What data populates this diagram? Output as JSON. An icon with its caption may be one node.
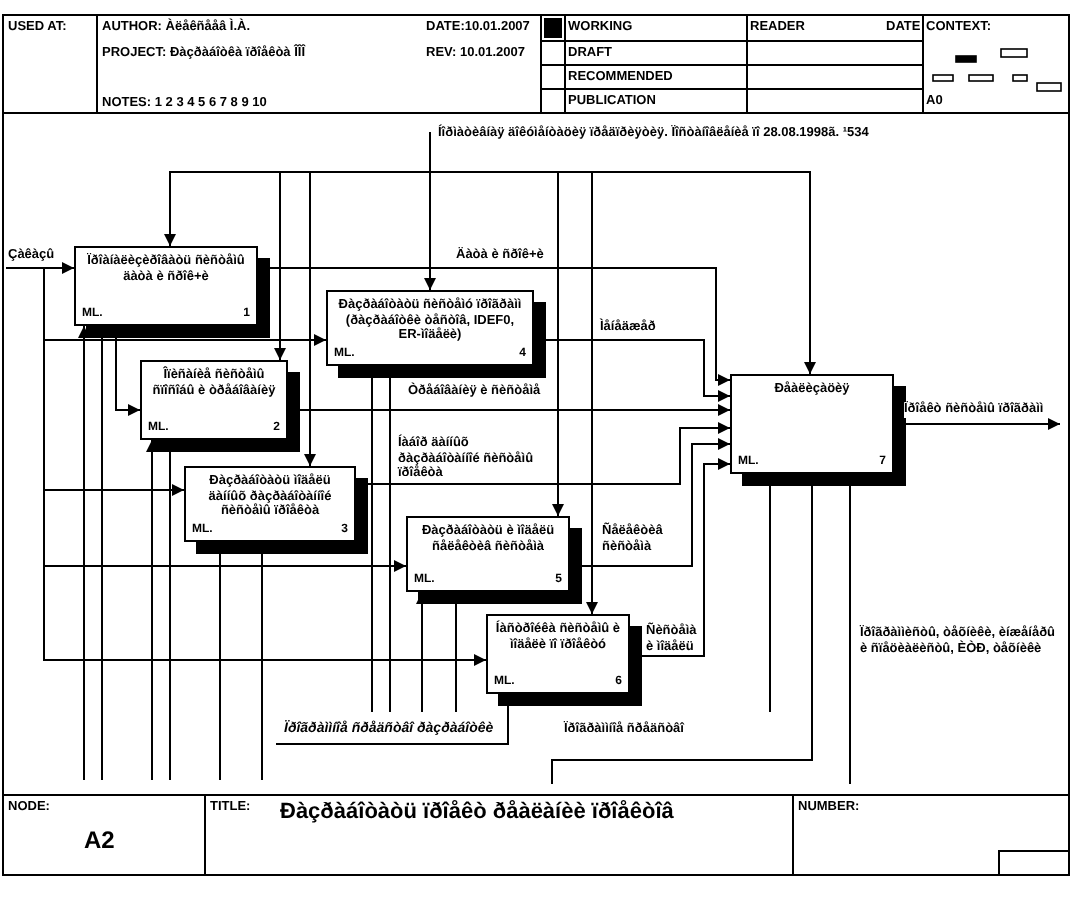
{
  "diagram": {
    "title": "Ðàçðàáîòàòü ïðîåêò ðåàëàíèè ïðîåêòîâ",
    "nodes": [
      {
        "text": [
          "Ïðîàíàëèçèðîâàòü ñèñòåìû äàòà è ñðîê+è",
          "ML.",
          "1"
        ]
      },
      {
        "text": [
          "Îïèñàíèå ñèñòåìû ñïîñîáû è òðåáîâàíèÿ",
          "ML.",
          "2"
        ]
      },
      {
        "text": [
          "Ðàçðàáîòàòü ìîäåëü äàííûõ ðàçðàáîòàííîé ñèñòåìû ïðîåêòà",
          "ML.",
          "3"
        ]
      },
      {
        "text": [
          "Ðàçðàáîòàòü ñèñòåìó ïðîãðàìì (ðàçðàáîòêè òåñòîâ, IDEF0, ER-ìîäåëè)",
          "ML.",
          "4"
        ]
      },
      {
        "text": [
          "Ðàçðàáîòàòü è ìîäåëü ñåëåêòèâ ñèñòåìà",
          "ML.",
          "5"
        ]
      },
      {
        "text": [
          "Íàñòðîéêà ñèñòåìû è ìîäåëè ïî ïðîåêòó",
          "ML.",
          "6"
        ]
      },
      {
        "text": [
          "Ðåàëèçàöèÿ",
          "ML.",
          "7"
        ]
      }
    ],
    "edges": [
      {
        "from": null,
        "to": 0,
        "arrow": "to",
        "label": "Çàêàçû"
      },
      {
        "from": null,
        "to": 3,
        "arrow": "to"
      },
      {
        "from": null,
        "to": 2,
        "arrow": "to"
      },
      {
        "from": null,
        "to": 4,
        "arrow": "to"
      },
      {
        "from": null,
        "to": 5,
        "arrow": "to"
      },
      {
        "from": null,
        "to": 3,
        "arrow": "to",
        "label": "Íîðìàòèâíàÿ äîêóìåíòàöèÿ ïðåäïðèÿòèÿ. Ïîñòàíîâëåíèå ïî 28.08.1998ã. ¹534"
      },
      {
        "from": null,
        "to": 0,
        "arrow": "to"
      },
      {
        "from": null,
        "to": 1,
        "arrow": "to"
      },
      {
        "from": null,
        "to": 2,
        "arrow": "to"
      },
      {
        "from": null,
        "to": 4,
        "arrow": "to"
      },
      {
        "from": null,
        "to": 5,
        "arrow": "to"
      },
      {
        "from": null,
        "to": 6,
        "arrow": "to"
      },
      {
        "from": 0,
        "to": 6,
        "arrow": "to",
        "label": "Äàòà è ñðîê+è"
      },
      {
        "from": 0,
        "to": 1,
        "arrow": "to"
      },
      {
        "from": 3,
        "to": 6,
        "arrow": "to",
        "label": "Ìåíåäæåð"
      },
      {
        "from": 1,
        "to": 6,
        "arrow": "to",
        "label": "Òðåáîâàíèÿ è ñèñòåìå"
      },
      {
        "from": 2,
        "to": 6,
        "arrow": "to",
        "label": "Íàáîð äàííûõ ðàçðàáîòàííîé ñèñòåìû ïðîåêòà"
      },
      {
        "from": 4,
        "to": 6,
        "arrow": "to",
        "label": "Ñåëåêòèâ ñèñòåìà"
      },
      {
        "from": 5,
        "to": 6,
        "arrow": "to",
        "label": "Ñèñòåìà è ìîäåëü"
      },
      {
        "from": 6,
        "to": null,
        "arrow": "to",
        "label": "Ïðîåêò ñèñòåìû ïðîãðàìì"
      },
      {
        "from": null,
        "to": 0,
        "arrow": "to"
      },
      {
        "from": null,
        "to": 0,
        "arrow": "to"
      },
      {
        "from": null,
        "to": 1,
        "arrow": "to"
      },
      {
        "from": null,
        "to": 1,
        "arrow": "to"
      },
      {
        "from": null,
        "to": 2,
        "arrow": "to"
      },
      {
        "from": null,
        "to": 2,
        "arrow": "to"
      },
      {
        "from": null,
        "to": 3,
        "arrow": "to"
      },
      {
        "from": null,
        "to": 3,
        "arrow": "to"
      },
      {
        "from": null,
        "to": 4,
        "arrow": "to"
      },
      {
        "from": null,
        "to": 4,
        "arrow": "to"
      },
      {
        "from": null,
        "to": 5,
        "arrow": "to",
        "label": "Ïðîãðàììíîå ñðåäñòâî ðàçðàáîòêè"
      },
      {
        "from": null,
        "to": 6,
        "arrow": "to"
      },
      {
        "from": null,
        "to": 6,
        "arrow": "to",
        "label": "Ïðîãðàììíîå ñðåäñòâî"
      },
      {
        "from": null,
        "to": 6,
        "arrow": "to",
        "label": "Ïðîãðàììèñòû, òåõíèêè, èíæåíåðû è ñïåöèàëèñòû, ÈÒÐ, òåõíèêè"
      }
    ],
    "labels": [
      "USED AT:",
      "AUTHOR: Àëåêñååâ Ì.À.",
      "PROJECT: Ðàçðàáîòêà ïðîåêòà ÎÎÎ",
      "NOTES: 1 2 3 4 5 6 7 8 9 10",
      "DATE:10.01.2007",
      "REV: 10.01.2007",
      "WORKING",
      "DRAFT",
      "RECOMMENDED",
      "PUBLICATION",
      "READER",
      "DATE",
      "CONTEXT:",
      "A0",
      "NODE:",
      "A2",
      "TITLE:",
      "NUMBER:"
    ]
  }
}
